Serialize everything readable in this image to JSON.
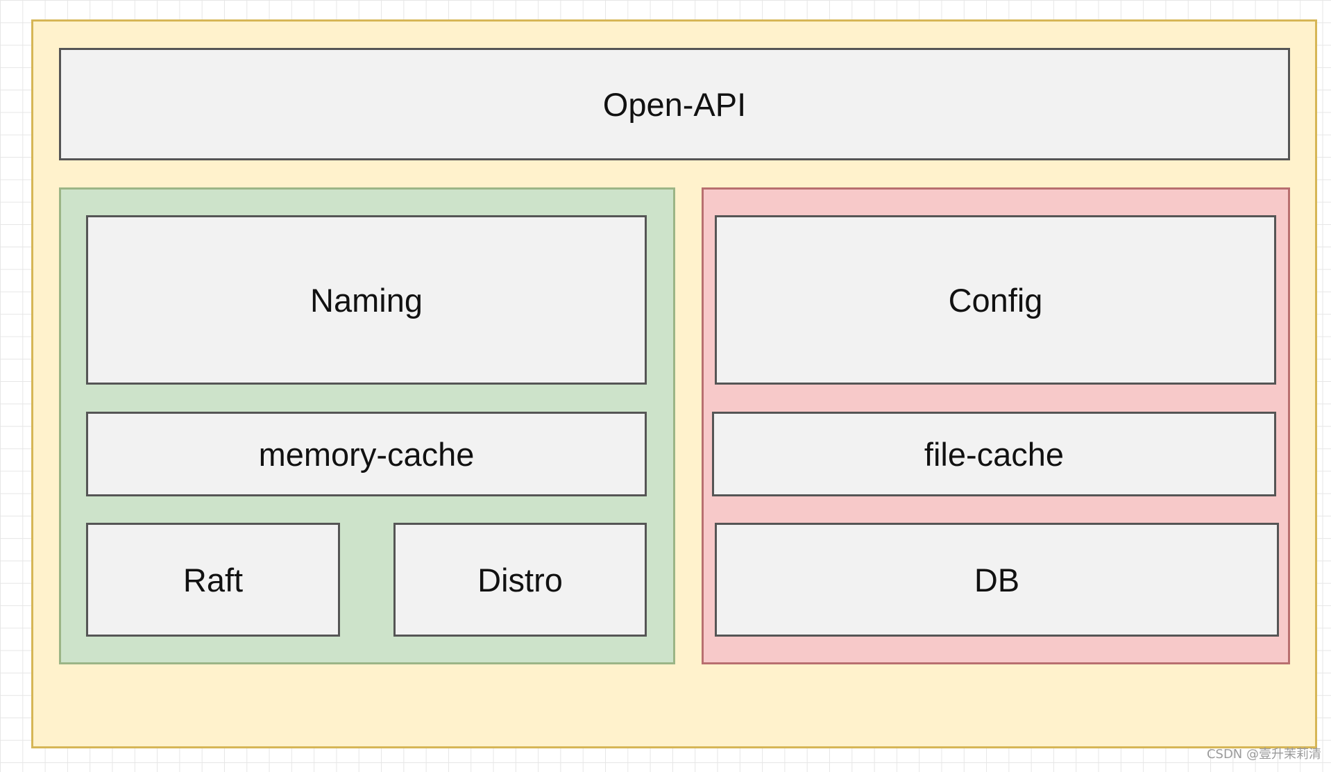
{
  "diagram": {
    "open_api": "Open-API",
    "naming_group": {
      "naming": "Naming",
      "memory_cache": "memory-cache",
      "raft": "Raft",
      "distro": "Distro"
    },
    "config_group": {
      "config": "Config",
      "file_cache": "file-cache",
      "db": "DB"
    }
  },
  "watermark": "CSDN @壹升茉莉清",
  "colors": {
    "outer_fill": "#fff2cc",
    "outer_border": "#d6b656",
    "naming_zone_fill": "#cde3ca",
    "config_zone_fill": "#f7c9c9",
    "box_fill": "#f2f2f2",
    "box_border": "#555555"
  }
}
